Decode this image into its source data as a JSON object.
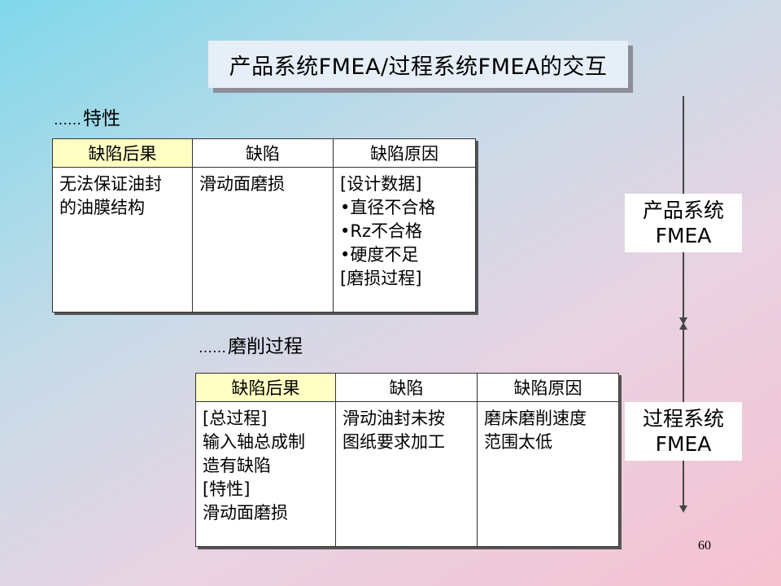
{
  "title": "产品系统FMEA/过程系统FMEA的交互",
  "section1": {
    "dots": "……",
    "label": "特性"
  },
  "section2": {
    "dots": "……",
    "label": "磨削过程"
  },
  "table1": {
    "headers": [
      "缺陷后果",
      "缺陷",
      "缺陷原因"
    ],
    "col1": [
      "无法保证油封",
      "的油膜结构"
    ],
    "col2": [
      "滑动面磨损"
    ],
    "col3": [
      "[设计数据]",
      "•直径不合格",
      "•Rz不合格",
      "•硬度不足",
      "[磨损过程]"
    ]
  },
  "table2": {
    "headers": [
      "缺陷后果",
      "缺陷",
      "缺陷原因"
    ],
    "col1": [
      "[总过程]",
      "输入轴总成制",
      "造有缺陷",
      "[特性]",
      "滑动面磨损"
    ],
    "col2": [
      "滑动油封未按",
      "图纸要求加工"
    ],
    "col3": [
      "磨床磨削速度",
      "范围太低"
    ]
  },
  "side_labels": {
    "product": [
      "产品系统",
      "FMEA"
    ],
    "process": [
      "过程系统",
      "FMEA"
    ]
  },
  "page_number": "60",
  "colors": {
    "header_highlight": "#ffffc4",
    "title_bg": "#e6eef7"
  }
}
